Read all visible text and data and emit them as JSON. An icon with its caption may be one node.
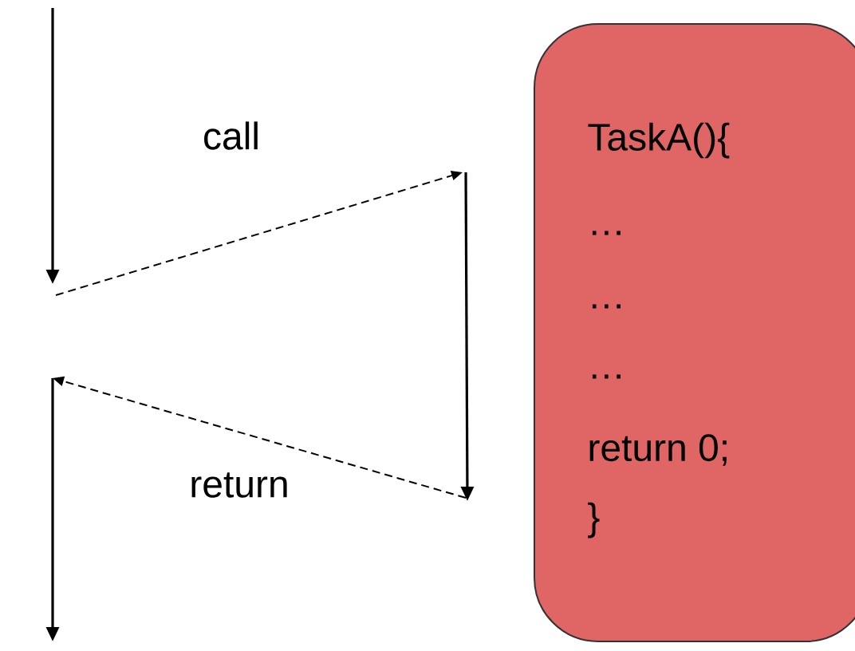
{
  "diagram": {
    "nodes": [
      {
        "text": [
          "TaskA(){",
          "…",
          "…",
          "…",
          "return 0;",
          "}"
        ]
      }
    ],
    "labels": [
      "call",
      "return"
    ]
  }
}
